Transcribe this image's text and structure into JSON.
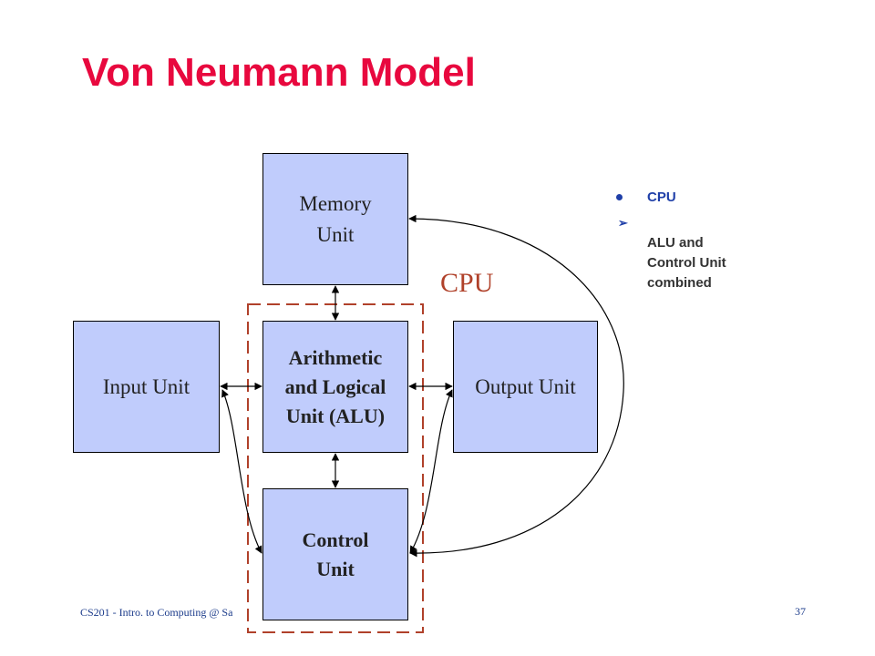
{
  "slide": {
    "title": "Von Neumann Model",
    "footer_left": "CS201 - Intro. to Computing @ Sa",
    "page_number": "37"
  },
  "diagram": {
    "memory_unit": "Memory\nUnit",
    "input_unit": "Input Unit",
    "alu": "Arithmetic\nand Logical\nUnit (ALU)",
    "output_unit": "Output Unit",
    "control_unit": "Control\nUnit",
    "cpu_label": "CPU"
  },
  "bullets": {
    "level1": "CPU",
    "level2": "ALU and\nControl Unit\ncombined"
  },
  "colors": {
    "title": "#e8083e",
    "box_fill": "#c0ccfc",
    "cpu_border": "#b0412a",
    "bullet_blue": "#1f3fa8"
  }
}
